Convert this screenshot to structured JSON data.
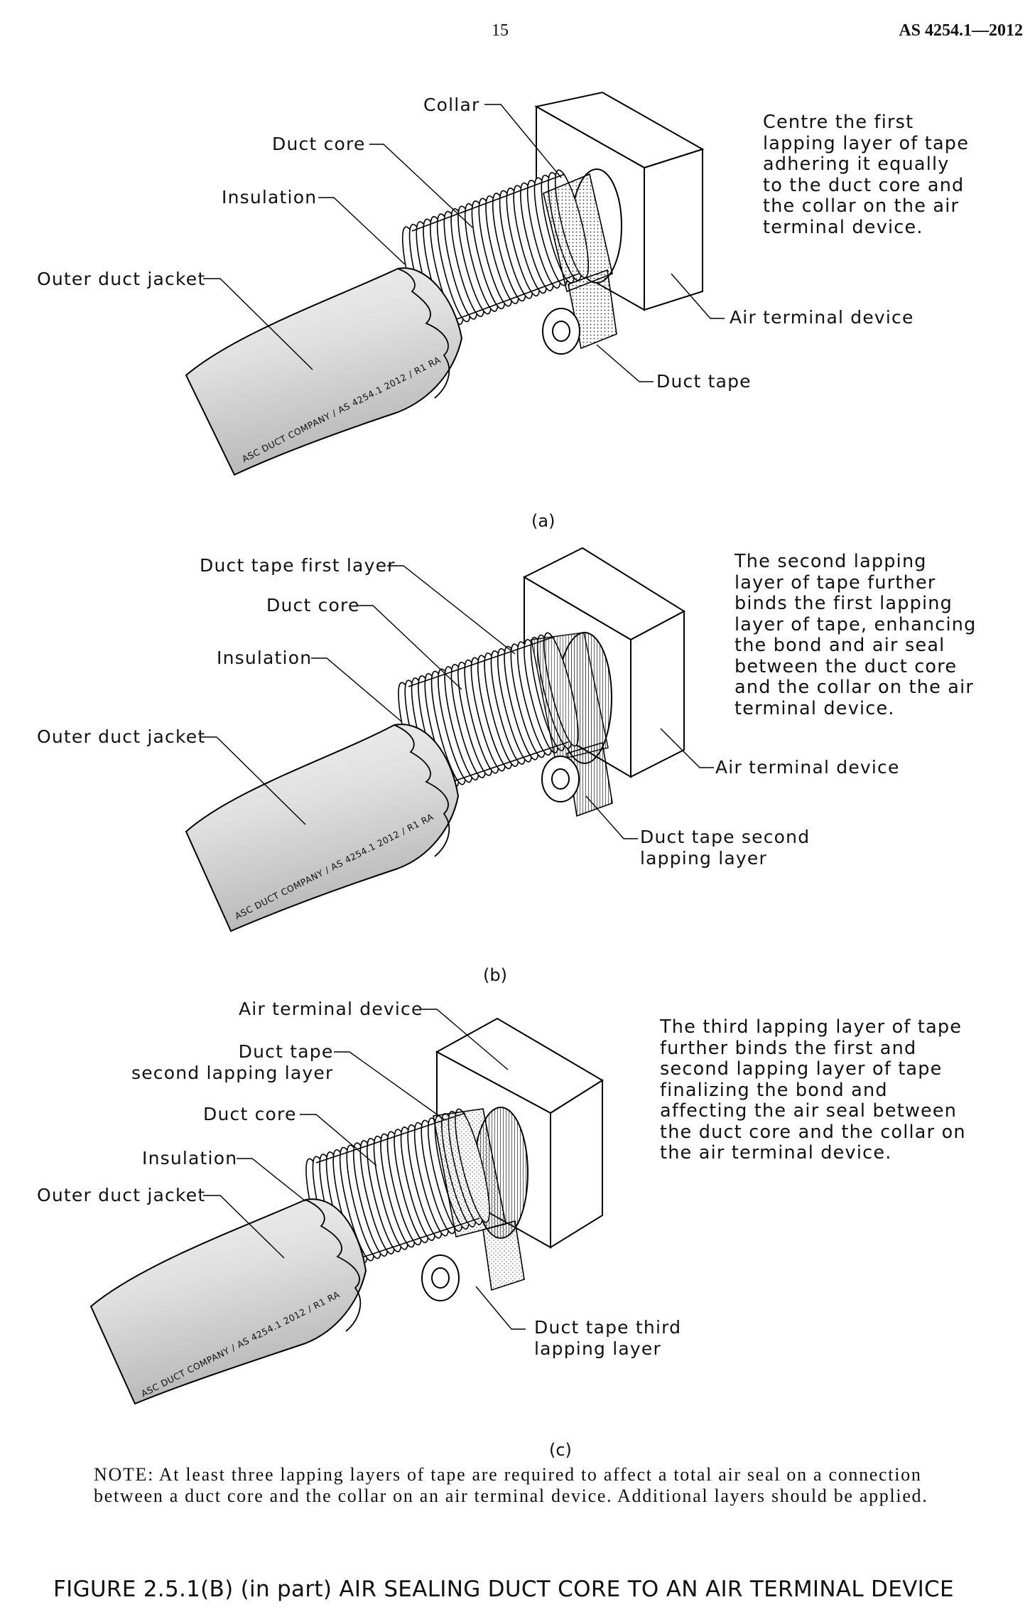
{
  "header": {
    "page_number": "15",
    "standard": "AS 4254.1—2012"
  },
  "panels": {
    "a": {
      "caption": "(a)",
      "labels": {
        "collar": "Collar",
        "duct_core": "Duct core",
        "insulation": "Insulation",
        "outer_duct_jacket": "Outer duct jacket",
        "air_terminal_device": "Air terminal device",
        "duct_tape": "Duct tape"
      },
      "note": "Centre the first\nlapping layer of tape\nadhering it equally\nto the duct core and\nthe collar on the air\nterminal device.",
      "jacket_print": "ASC DUCT COMPANY / AS 4254.1 2012 / R1 RA"
    },
    "b": {
      "caption": "(b)",
      "labels": {
        "duct_tape_first_layer": "Duct tape first layer",
        "duct_core": "Duct core",
        "insulation": "Insulation",
        "outer_duct_jacket": "Outer duct jacket",
        "air_terminal_device": "Air terminal device",
        "duct_tape_second": "Duct tape second\nlapping layer"
      },
      "note": "The second lapping\nlayer of tape further\nbinds the first lapping\nlayer of tape, enhancing\nthe bond and air seal\nbetween the duct core\nand the collar on the air\nterminal device.",
      "jacket_print": "ASC DUCT COMPANY / AS 4254.1 2012 / R1 RA"
    },
    "c": {
      "caption": "(c)",
      "labels": {
        "air_terminal_device": "Air terminal device",
        "duct_tape_second": "Duct tape\nsecond lapping layer",
        "duct_core": "Duct core",
        "insulation": "Insulation",
        "outer_duct_jacket": "Outer duct jacket",
        "duct_tape_third": "Duct tape third\nlapping layer"
      },
      "note": "The third lapping layer of tape\nfurther binds the first and\nsecond lapping layer of tape\nfinalizing the bond and\naffecting the air seal between\nthe duct core and the collar on\nthe air terminal device.",
      "jacket_print": "ASC DUCT COMPANY / AS 4254.1 2012 / R1 RA"
    }
  },
  "footnote": "NOTE: At least three lapping layers of tape are required to affect a total air seal on a connection between a duct core and the collar on an air terminal device. Additional layers should be applied.",
  "figure_title": "FIGURE  2.5.1(B) (in part)   AIR SEALING DUCT CORE TO AN AIR TERMINAL DEVICE"
}
